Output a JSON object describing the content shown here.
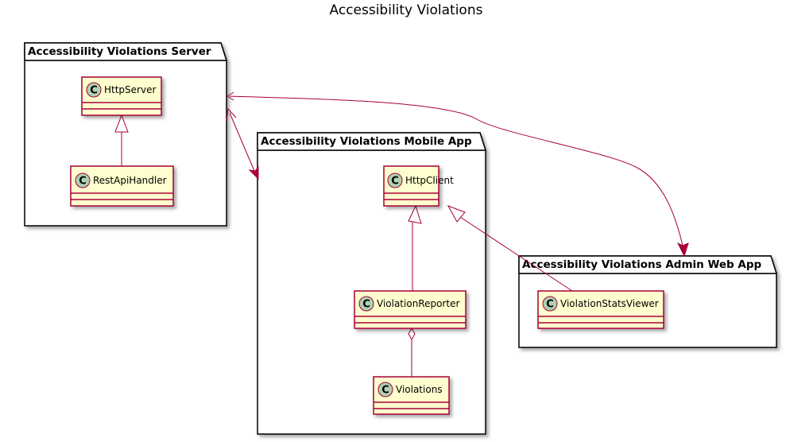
{
  "title": "Accessibility Violations",
  "colors": {
    "class_fill": "#FEFECE",
    "class_border": "#A80036",
    "edge": "#A80036",
    "package_border": "#000000",
    "circle_fill": "#ADD1B2"
  },
  "packages": {
    "server": {
      "label": "Accessibility Violations Server"
    },
    "mobile": {
      "label": "Accessibility Violations Mobile App"
    },
    "admin": {
      "label": "Accessibility Violations Admin Web App"
    }
  },
  "classes": {
    "http_server": {
      "stereotype": "C",
      "name": "HttpServer"
    },
    "rest_api_handler": {
      "stereotype": "C",
      "name": "RestApiHandler"
    },
    "http_client": {
      "stereotype": "C",
      "name": "HttpClient"
    },
    "violation_reporter": {
      "stereotype": "C",
      "name": "ViolationReporter"
    },
    "violations": {
      "stereotype": "C",
      "name": "Violations"
    },
    "violation_stats_viewer": {
      "stereotype": "C",
      "name": "ViolationStatsViewer"
    }
  },
  "relations": [
    {
      "from": "RestApiHandler",
      "to": "HttpServer",
      "type": "inheritance"
    },
    {
      "from": "ViolationReporter",
      "to": "HttpClient",
      "type": "inheritance"
    },
    {
      "from": "ViolationStatsViewer",
      "to": "HttpClient",
      "type": "inheritance"
    },
    {
      "from": "ViolationReporter",
      "to": "Violations",
      "type": "aggregation"
    },
    {
      "from": "Accessibility Violations Server",
      "to": "Accessibility Violations Mobile App",
      "type": "bidirectional"
    },
    {
      "from": "Accessibility Violations Server",
      "to": "Accessibility Violations Admin Web App",
      "type": "bidirectional"
    }
  ]
}
